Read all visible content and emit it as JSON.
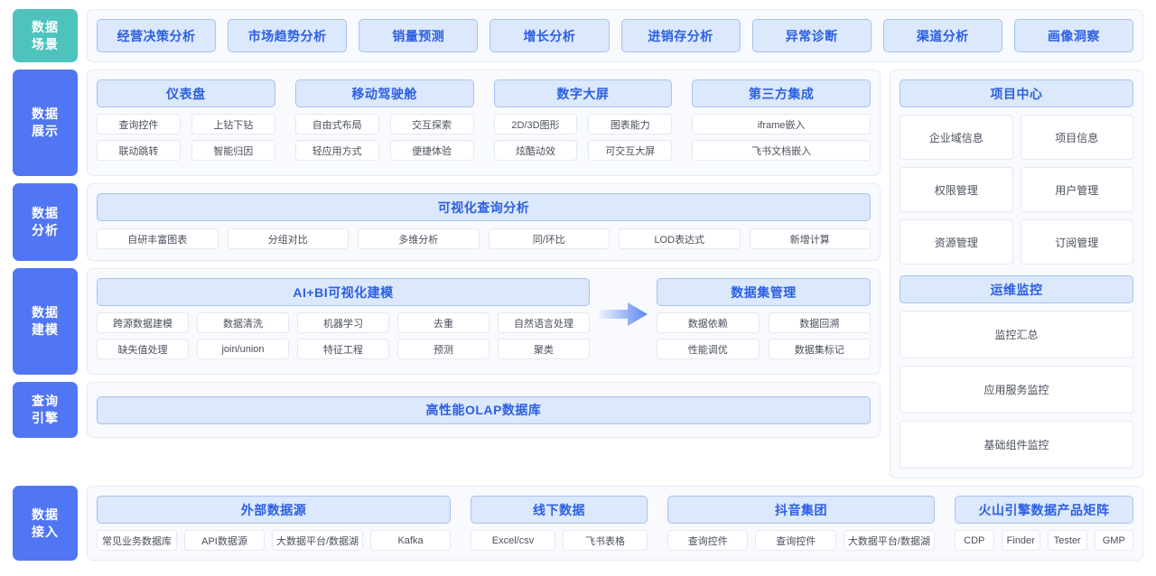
{
  "stages": {
    "scenario": "数据\n场景",
    "presentation": "数据\n展示",
    "analysis": "数据\n分析",
    "modeling": "数据\n建模",
    "engine": "查询\n引擎",
    "ingestion": "数据\n接入"
  },
  "colors": {
    "teal": "#4ec3bd",
    "blue": "#5176f3",
    "header_bg": "#dce8fb",
    "header_border": "#a7c3ef",
    "header_text": "#2b5fe3",
    "panel_bg": "#f8fafd",
    "panel_border": "#e3eaf5",
    "leaf_text": "#4a4f5c"
  },
  "scenarios": [
    "经营决策分析",
    "市场趋势分析",
    "销量预测",
    "增长分析",
    "进销存分析",
    "异常诊断",
    "渠道分析",
    "画像洞察"
  ],
  "presentation": {
    "groups": [
      {
        "title": "仪表盘",
        "items": [
          "查询控件",
          "上钻下钻",
          "联动跳转",
          "智能归因"
        ],
        "cols": 2
      },
      {
        "title": "移动驾驶舱",
        "items": [
          "自由式布局",
          "交互探索",
          "轻应用方式",
          "便捷体验"
        ],
        "cols": 2
      },
      {
        "title": "数字大屏",
        "items": [
          "2D/3D图形",
          "图表能力",
          "炫酷动效",
          "可交互大屏"
        ],
        "cols": 2
      },
      {
        "title": "第三方集成",
        "items": [
          "iframe嵌入",
          "飞书文档嵌入"
        ],
        "cols": 1
      }
    ]
  },
  "analysis": {
    "title": "可视化查询分析",
    "items": [
      "自研丰富图表",
      "分组对比",
      "多维分析",
      "同/环比",
      "LOD表达式",
      "新增计算"
    ]
  },
  "modeling": {
    "left": {
      "title": "AI+BI可视化建模",
      "items": [
        "跨源数据建模",
        "数据清洗",
        "机器学习",
        "去重",
        "自然语言处理",
        "缺失值处理",
        "join/union",
        "特征工程",
        "预测",
        "聚类"
      ]
    },
    "arrow": "right-arrow-icon",
    "right": {
      "title": "数据集管理",
      "items": [
        "数据依赖",
        "数据回溯",
        "性能调优",
        "数据集标记"
      ]
    }
  },
  "engine": {
    "title": "高性能OLAP数据库"
  },
  "sidepanel": {
    "project": {
      "title": "项目中心",
      "items": [
        "企业域信息",
        "项目信息",
        "权限管理",
        "用户管理",
        "资源管理",
        "订阅管理"
      ]
    },
    "ops": {
      "title": "运维监控",
      "items": [
        "监控汇总",
        "应用服务监控",
        "基础组件监控"
      ]
    }
  },
  "ingestion": {
    "groups": [
      {
        "title": "外部数据源",
        "items": [
          "常见业务数据库",
          "API数据源",
          "大数据平台/数据湖",
          "Kafka"
        ]
      },
      {
        "title": "线下数据",
        "items": [
          "Excel/csv",
          "飞书表格"
        ]
      },
      {
        "title": "抖音集团",
        "items": [
          "查询控件",
          "查询控件",
          "大数据平台/数据湖"
        ]
      },
      {
        "title": "火山引擎数据产品矩阵",
        "items": [
          "CDP",
          "Finder",
          "Tester",
          "GMP"
        ]
      }
    ]
  }
}
